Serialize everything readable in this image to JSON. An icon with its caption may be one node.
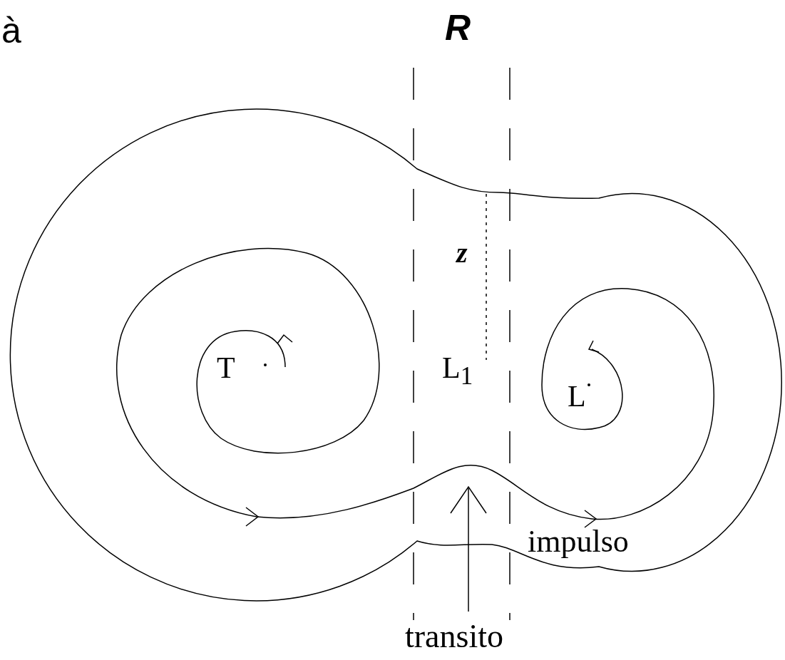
{
  "diagram": {
    "labels": [
      "à",
      "R",
      "z",
      "T",
      "L$_{1}$",
      "L",
      "impulso",
      "transito"
    ]
  }
}
